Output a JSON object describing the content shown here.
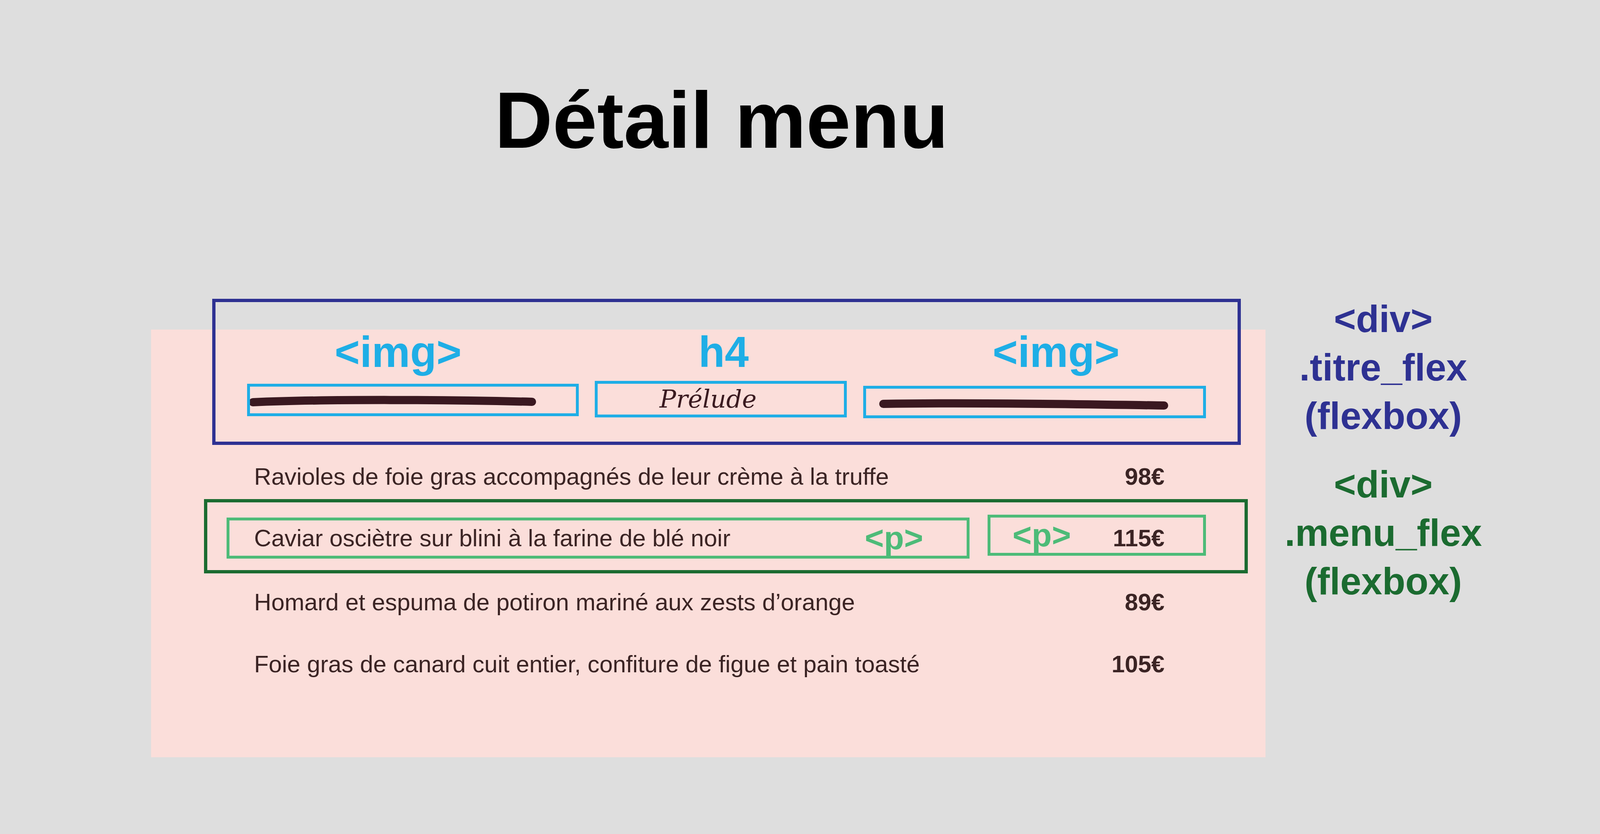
{
  "diagram": {
    "title": "Détail menu",
    "nodes": [
      {
        "text": [
          "<div> .titre_flex (flexbox)"
        ]
      },
      {
        "text": [
          "<img>"
        ],
        "in": 0
      },
      {
        "text": [
          "h4",
          "Prélude"
        ],
        "in": 0
      },
      {
        "text": [
          "<img>"
        ],
        "in": 0
      },
      {
        "text": [
          "<div> .menu_flex (flexbox)"
        ]
      },
      {
        "text": [
          "Caviar osciètre sur blini à la farine de blé noir",
          "<p>"
        ],
        "in": 4
      },
      {
        "text": [
          "<p>",
          "115€"
        ],
        "in": 4
      }
    ],
    "labels": [
      "Ravioles de foie gras accompagnés de leur crème à la truffe",
      "98€",
      "Homard et espuma de potiron mariné aux zests d’orange",
      "89€",
      "Foie gras de canard cuit entier, confiture de figue et pain toasté",
      "105€"
    ]
  }
}
